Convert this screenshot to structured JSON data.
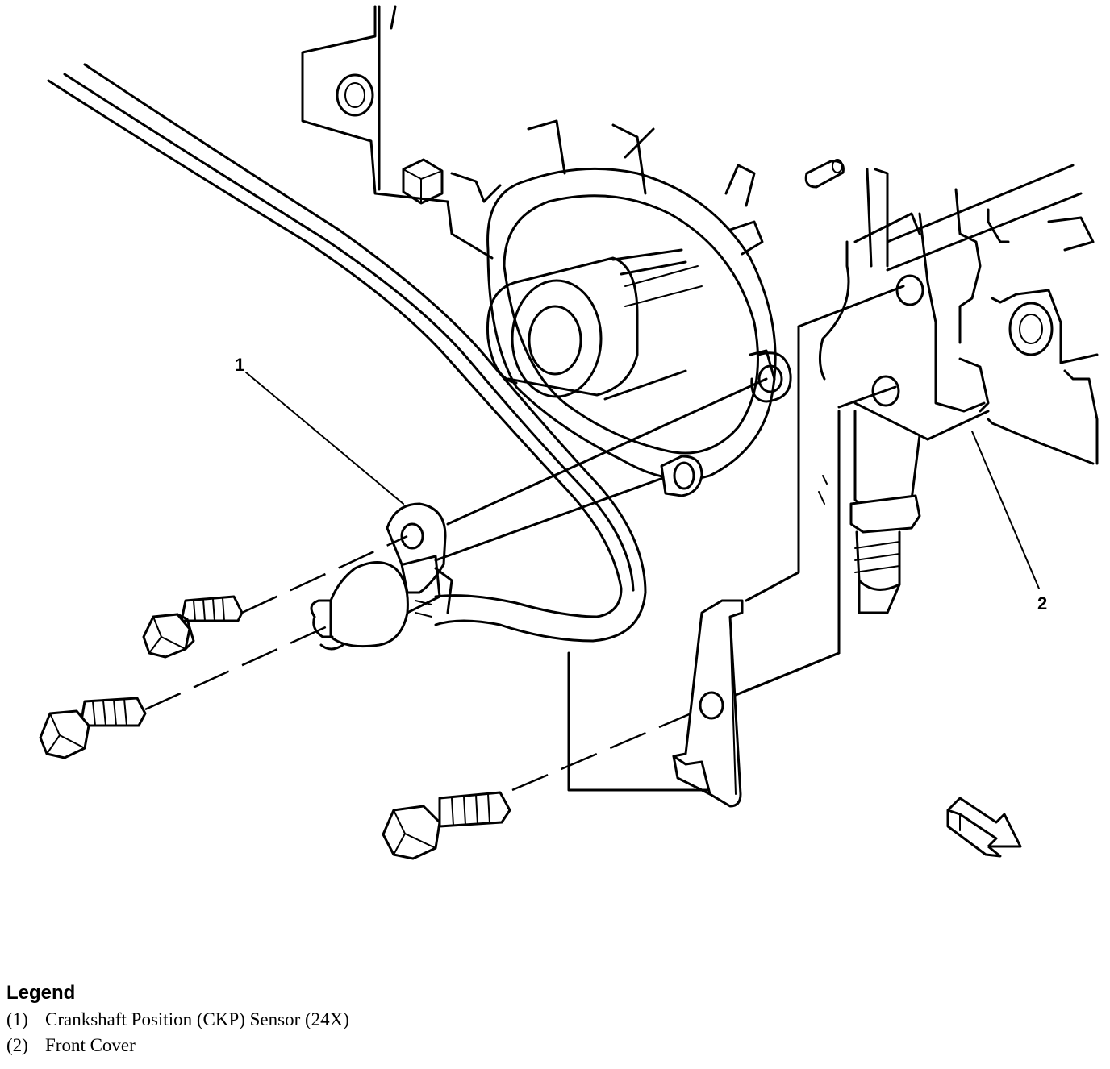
{
  "callouts": [
    {
      "label": "1"
    },
    {
      "label": "2"
    }
  ],
  "legend": {
    "title": "Legend",
    "items": [
      {
        "number": "(1)",
        "text": "Crankshaft Position (CKP) Sensor (24X)"
      },
      {
        "number": "(2)",
        "text": "Front Cover"
      }
    ]
  }
}
